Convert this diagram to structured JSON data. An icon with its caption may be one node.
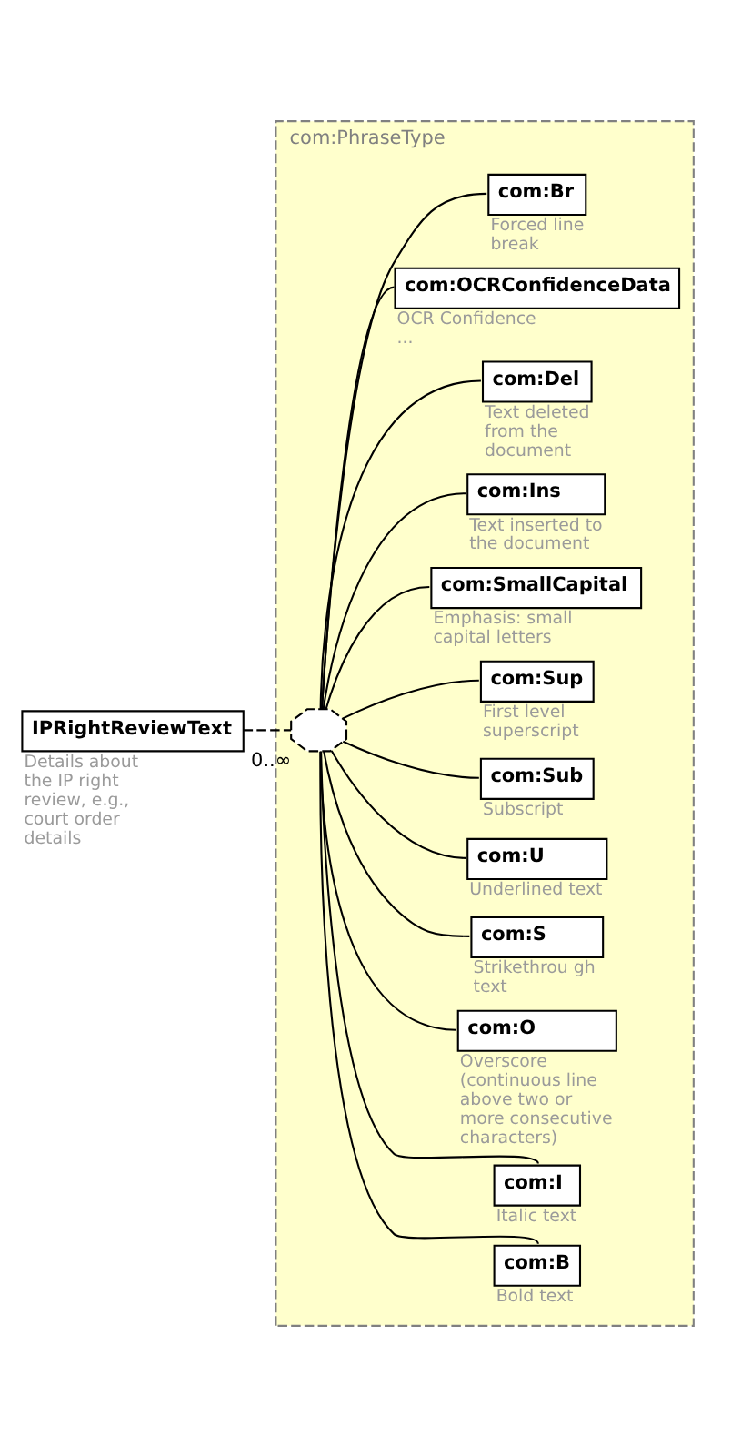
{
  "diagram": {
    "nodes": [
      {
        "text": [
          "com:PhraseType"
        ]
      },
      {
        "text": [
          "IPRightReviewText"
        ],
        "beside": [
          "Details about the IP right review, e.g., court order details"
        ]
      },
      {
        "text": [],
        "shape": "octagon",
        "in": 0,
        "beside": [
          "0..∞"
        ]
      },
      {
        "text": [
          "com:B"
        ],
        "in": 0,
        "beside": [
          "Bold text"
        ]
      },
      {
        "text": [
          "com:I"
        ],
        "in": 0,
        "beside": [
          "Italic text"
        ]
      },
      {
        "text": [
          "com:O"
        ],
        "in": 0,
        "beside": [
          "Overscore (continuous line above two or more consecutive characters)"
        ]
      },
      {
        "text": [
          "com:S"
        ],
        "in": 0,
        "beside": [
          "Strikethrou gh text"
        ]
      },
      {
        "text": [
          "com:U"
        ],
        "in": 0,
        "beside": [
          "Underlined text"
        ]
      },
      {
        "text": [
          "com:Sub"
        ],
        "in": 0,
        "beside": [
          "Subscript"
        ]
      },
      {
        "text": [
          "com:Sup"
        ],
        "in": 0,
        "beside": [
          "First level superscript"
        ]
      },
      {
        "text": [
          "com:SmallCapital"
        ],
        "in": 0,
        "beside": [
          "Emphasis: small capital letters"
        ]
      },
      {
        "text": [
          "com:Ins"
        ],
        "in": 0,
        "beside": [
          "Text inserted to the document"
        ]
      },
      {
        "text": [
          "com:Del"
        ],
        "in": 0,
        "beside": [
          "Text deleted from the document"
        ]
      },
      {
        "text": [
          "com:OCRConfidenceData"
        ],
        "in": 0,
        "beside": [
          "OCR Confidence ..."
        ]
      },
      {
        "text": [
          "com:Br"
        ],
        "in": 0,
        "beside": [
          "Forced line break"
        ]
      }
    ],
    "edges": [
      {
        "from": 1,
        "to": 2,
        "arrow": "none",
        "style": "dashed"
      },
      {
        "from": 2,
        "to": 3,
        "arrow": "none"
      },
      {
        "from": 2,
        "to": 4,
        "arrow": "none"
      },
      {
        "from": 2,
        "to": 5,
        "arrow": "none"
      },
      {
        "from": 2,
        "to": 6,
        "arrow": "none"
      },
      {
        "from": 2,
        "to": 7,
        "arrow": "none"
      },
      {
        "from": 2,
        "to": 8,
        "arrow": "none"
      },
      {
        "from": 2,
        "to": 9,
        "arrow": "none"
      },
      {
        "from": 2,
        "to": 10,
        "arrow": "none"
      },
      {
        "from": 2,
        "to": 11,
        "arrow": "none"
      },
      {
        "from": 2,
        "to": 12,
        "arrow": "none"
      },
      {
        "from": 2,
        "to": 13,
        "arrow": "none"
      },
      {
        "from": 2,
        "to": 14,
        "arrow": "none"
      }
    ]
  }
}
